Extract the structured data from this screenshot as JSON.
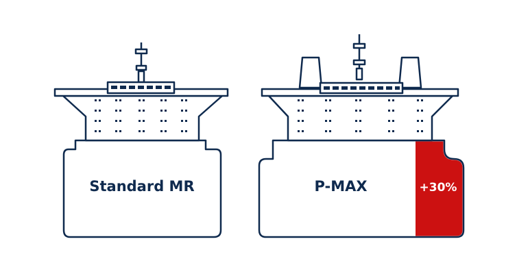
{
  "ships": [
    {
      "label": "Standard MR"
    },
    {
      "label": "P-MAX",
      "extra_label": "+30%"
    }
  ],
  "colors": {
    "outline": "#0f2a4e",
    "accent": "#cc1111",
    "background": "#ffffff"
  }
}
